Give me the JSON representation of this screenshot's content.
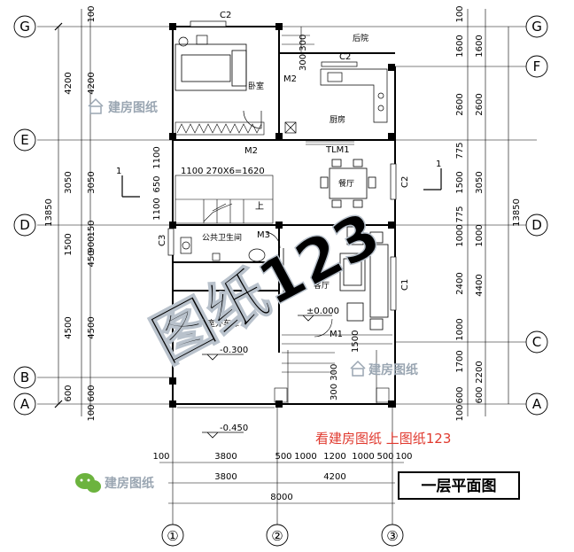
{
  "grid": {
    "rows": [
      "G",
      "F",
      "E",
      "D",
      "C",
      "B",
      "A"
    ],
    "cols": [
      "①",
      "②",
      "③"
    ]
  },
  "left_dims": {
    "outer": [
      "4200",
      "3050",
      "1500",
      "4500",
      "600"
    ],
    "inner": [
      "100",
      "4200",
      "3050",
      "1100",
      "650",
      "1100",
      "150",
      "900",
      "450",
      "4500",
      "600",
      "100"
    ],
    "total": "13850"
  },
  "right_dims": {
    "outer": [
      "1600",
      "2600",
      "3050",
      "1000",
      "4400",
      "2200",
      "600"
    ],
    "inner": [
      "100",
      "1600",
      "2600",
      "775",
      "1500",
      "775",
      "1000",
      "2400",
      "1000",
      "1700",
      "600",
      "100"
    ],
    "total": "13850"
  },
  "bottom_dims": {
    "row1": [
      "100",
      "3800",
      "500",
      "1000",
      "1200",
      "1000",
      "500",
      "100"
    ],
    "row2": [
      "3800",
      "4200"
    ],
    "total": "8000"
  },
  "rooms": {
    "backyard": "后院",
    "bedroom": "卧室",
    "kitchen": "厨房",
    "dining": "餐厅",
    "public_toilet": "公共卫生间",
    "living": "客厅",
    "garage": "室外车库"
  },
  "labels": {
    "c2_top": "C2",
    "c2_kitchen": "C2",
    "c2_right": "C2",
    "c3": "C3",
    "c1": "C1",
    "m2_bed": "M2",
    "m2_hall": "M2",
    "m3": "M3",
    "m1": "M1",
    "tlm1": "TLM1",
    "stair": "1100  270X6=1620",
    "stair_up": "上",
    "level_zero": "±0.000",
    "level_garage": "-0.300",
    "level_outside": "-0.450",
    "step_300_top": "300 300",
    "step_300_bot": "300 300",
    "step_1500": "1500",
    "section_left": "1",
    "section_right": "1"
  },
  "watermarks": {
    "wm1": "建房图纸",
    "wm2": "建房图纸",
    "wm3": "建房图纸",
    "big": "图纸123"
  },
  "red_caption": "看建房图纸 上图纸123",
  "title": "一层平面图"
}
